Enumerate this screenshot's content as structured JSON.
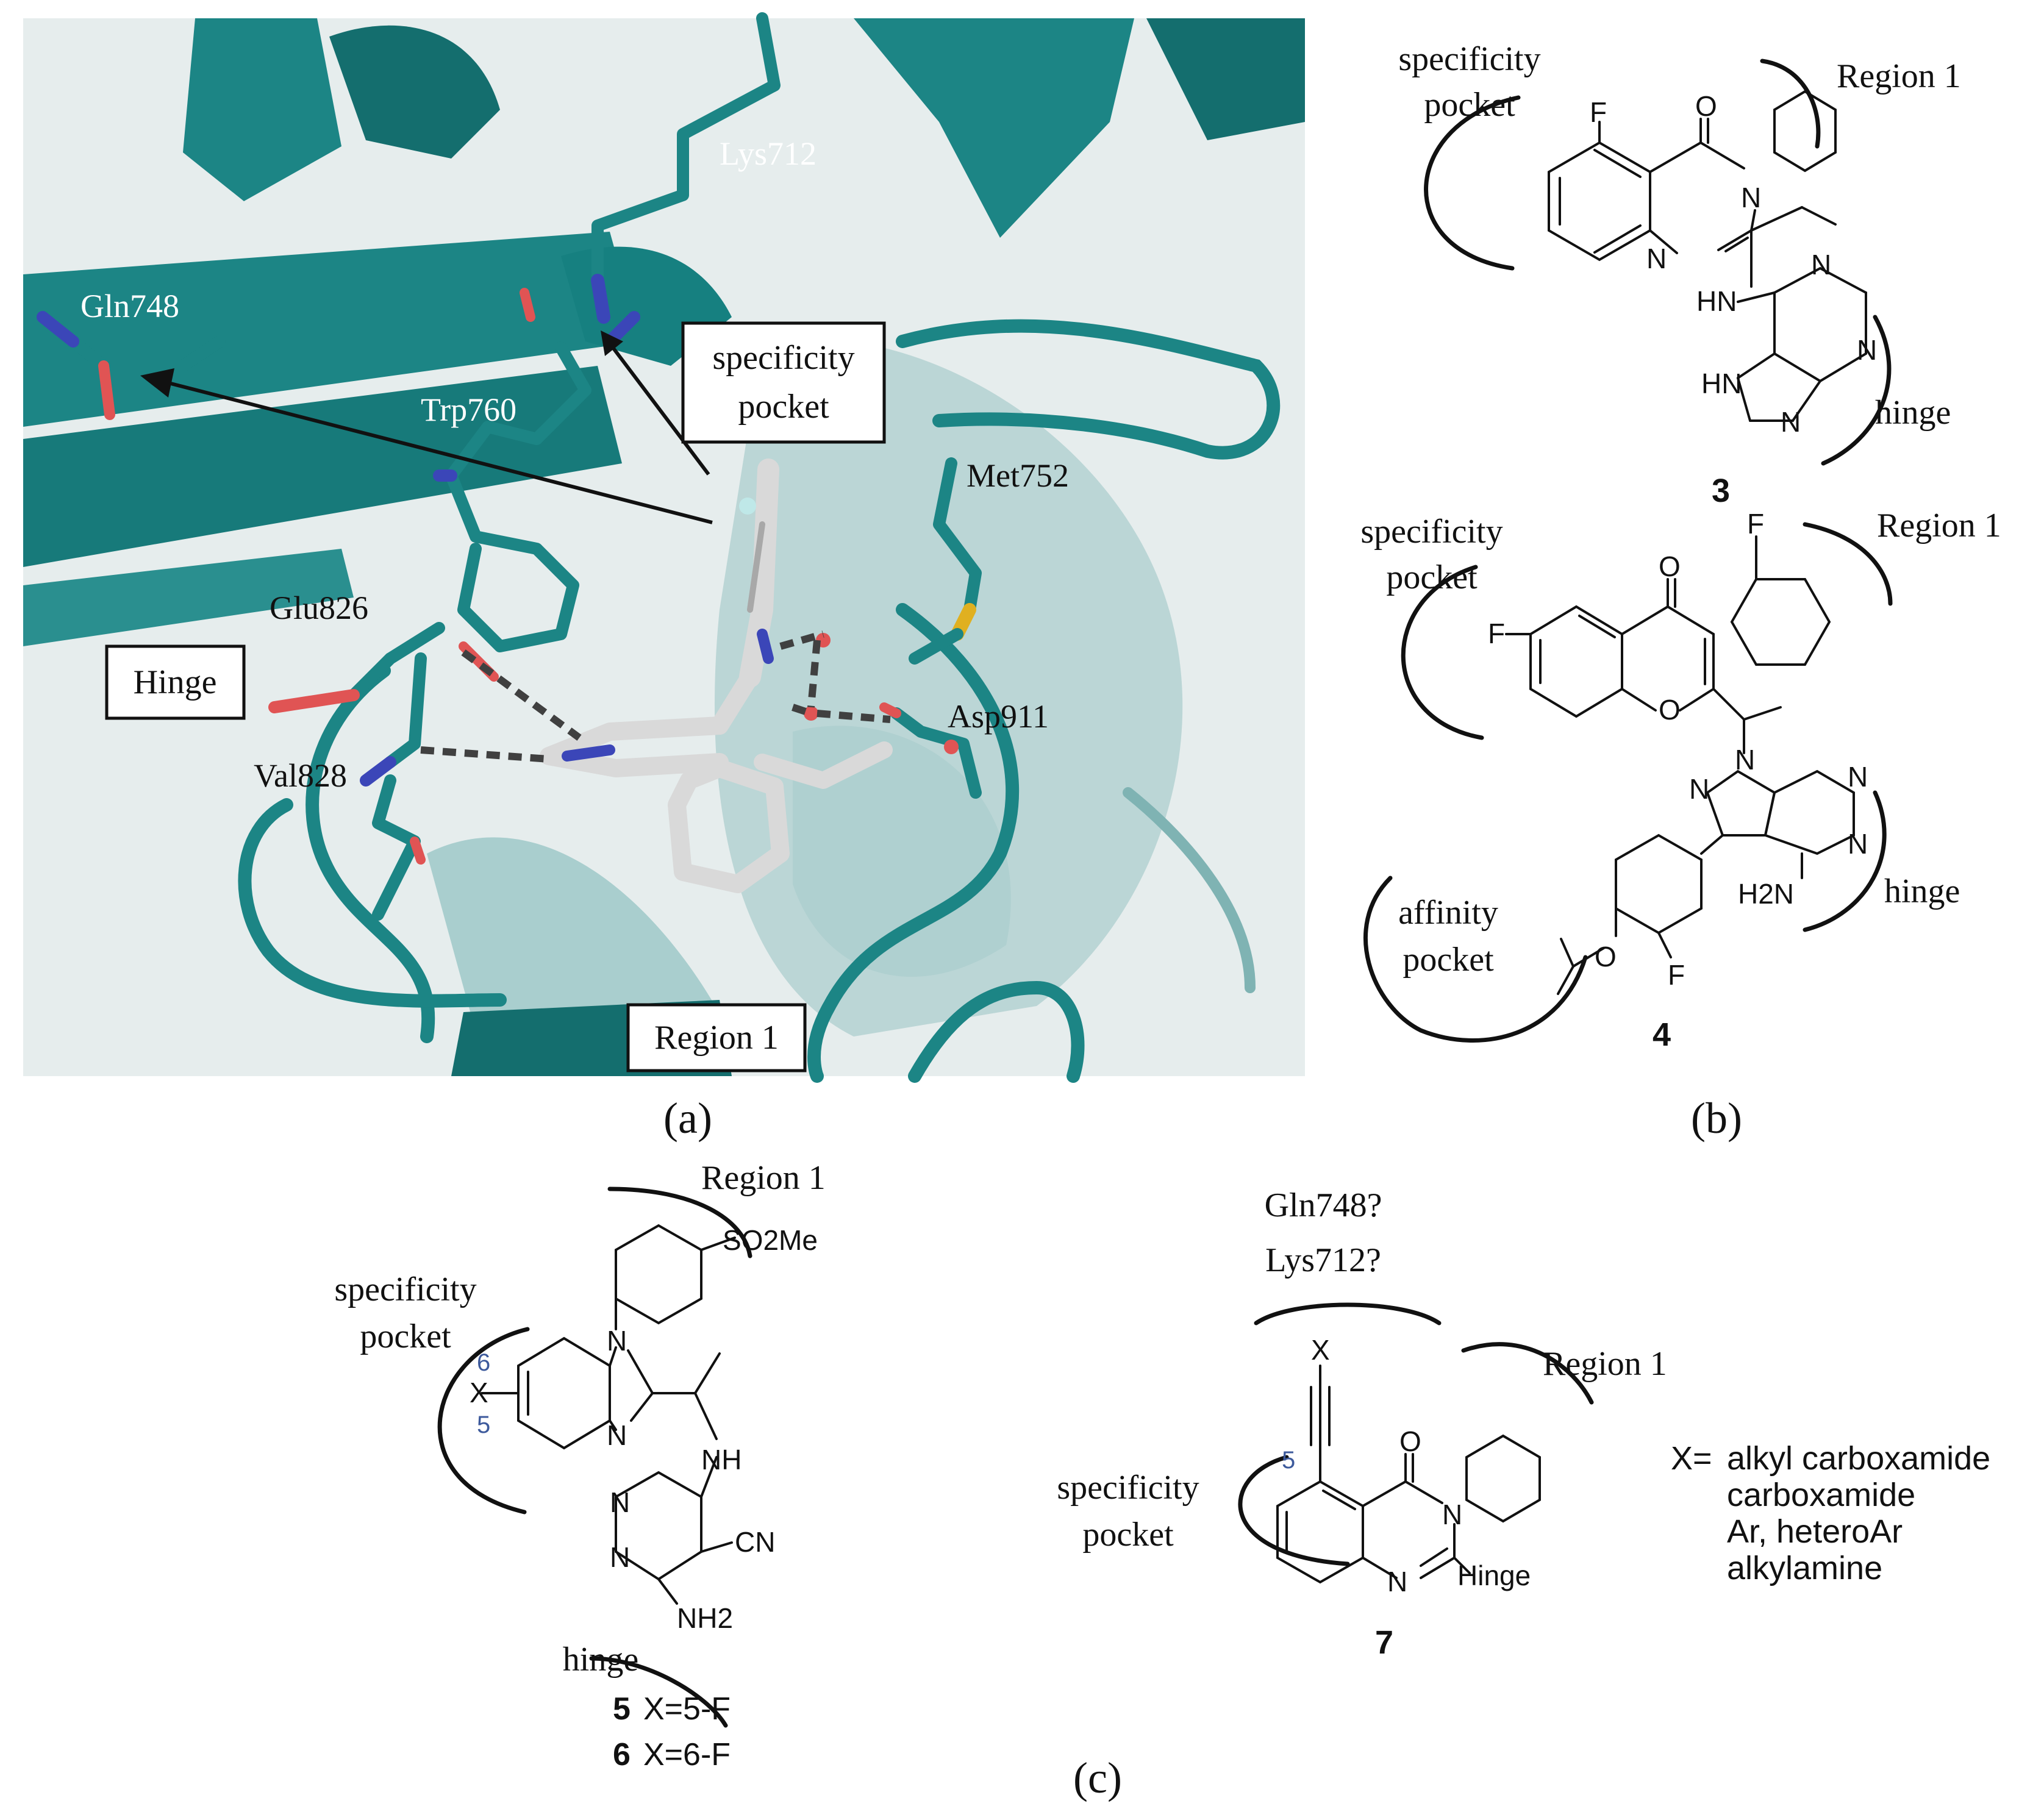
{
  "panel_a": {
    "caption": "(a)",
    "labels": {
      "lys712": "Lys712",
      "gln748": "Gln748",
      "trp760": "Trp760",
      "met752": "Met752",
      "glu826": "Glu826",
      "val828": "Val828",
      "asp911": "Asp911"
    },
    "boxes": {
      "specificity_line1": "specificity",
      "specificity_line2": "pocket",
      "hinge": "Hinge",
      "region1": "Region 1"
    },
    "colors": {
      "protein": "#1c8585",
      "ligand": "#d9d9d9",
      "nitrogen": "#3b46b8",
      "oxygen": "#e05454",
      "sulfur": "#e0b020"
    }
  },
  "panel_b": {
    "caption": "(b)",
    "compound3": {
      "number": "3",
      "pocket_line1": "specificity",
      "pocket_line2": "pocket",
      "region1": "Region 1",
      "hinge": "hinge",
      "atoms": {
        "F": "F",
        "O": "O",
        "N3": "N",
        "N1": "N",
        "HN": "HN",
        "Na": "N",
        "Nb": "N",
        "HN9": "HN",
        "N7": "N"
      }
    },
    "compound4": {
      "number": "4",
      "pocket_line1": "specificity",
      "pocket_line2": "pocket",
      "region1": "Region 1",
      "hinge": "hinge",
      "affinity_line1": "affinity",
      "affinity_line2": "pocket",
      "atoms": {
        "F_top": "F",
        "F_left": "F",
        "O_carbonyl": "O",
        "O_ring": "O",
        "N1": "N",
        "N2": "N",
        "Na": "N",
        "Nb": "N",
        "NH2": "H2N",
        "O_ether": "O",
        "F_bottom": "F"
      }
    }
  },
  "panel_c": {
    "caption": "(c)",
    "compound56": {
      "region1": "Region 1",
      "pocket_line1": "specificity",
      "pocket_line2": "pocket",
      "hinge": "hinge",
      "so2me": "SO2Me",
      "pos6": "6",
      "pos5": "5",
      "x": "X",
      "atoms": {
        "N1": "N",
        "N3": "N",
        "NH": "NH",
        "Na": "N",
        "Nb": "N",
        "CN": "CN",
        "NH2": "NH2"
      },
      "legend5_num": "5",
      "legend5_text": "X=5-F",
      "legend6_num": "6",
      "legend6_text": "X=6-F"
    },
    "compound7": {
      "number": "7",
      "gln_label": "Gln748?",
      "lys_label": "Lys712?",
      "region1": "Region 1",
      "pocket_line1": "specificity",
      "pocket_line2": "pocket",
      "pos5": "5",
      "x": "X",
      "atoms": {
        "O": "O",
        "N3": "N",
        "N1": "N",
        "hinge": "Hinge"
      }
    },
    "x_defs": {
      "prefix": "X=",
      "items": [
        "alkyl carboxamide",
        "carboxamide",
        "Ar, heteroAr",
        "alkylamine"
      ]
    }
  }
}
